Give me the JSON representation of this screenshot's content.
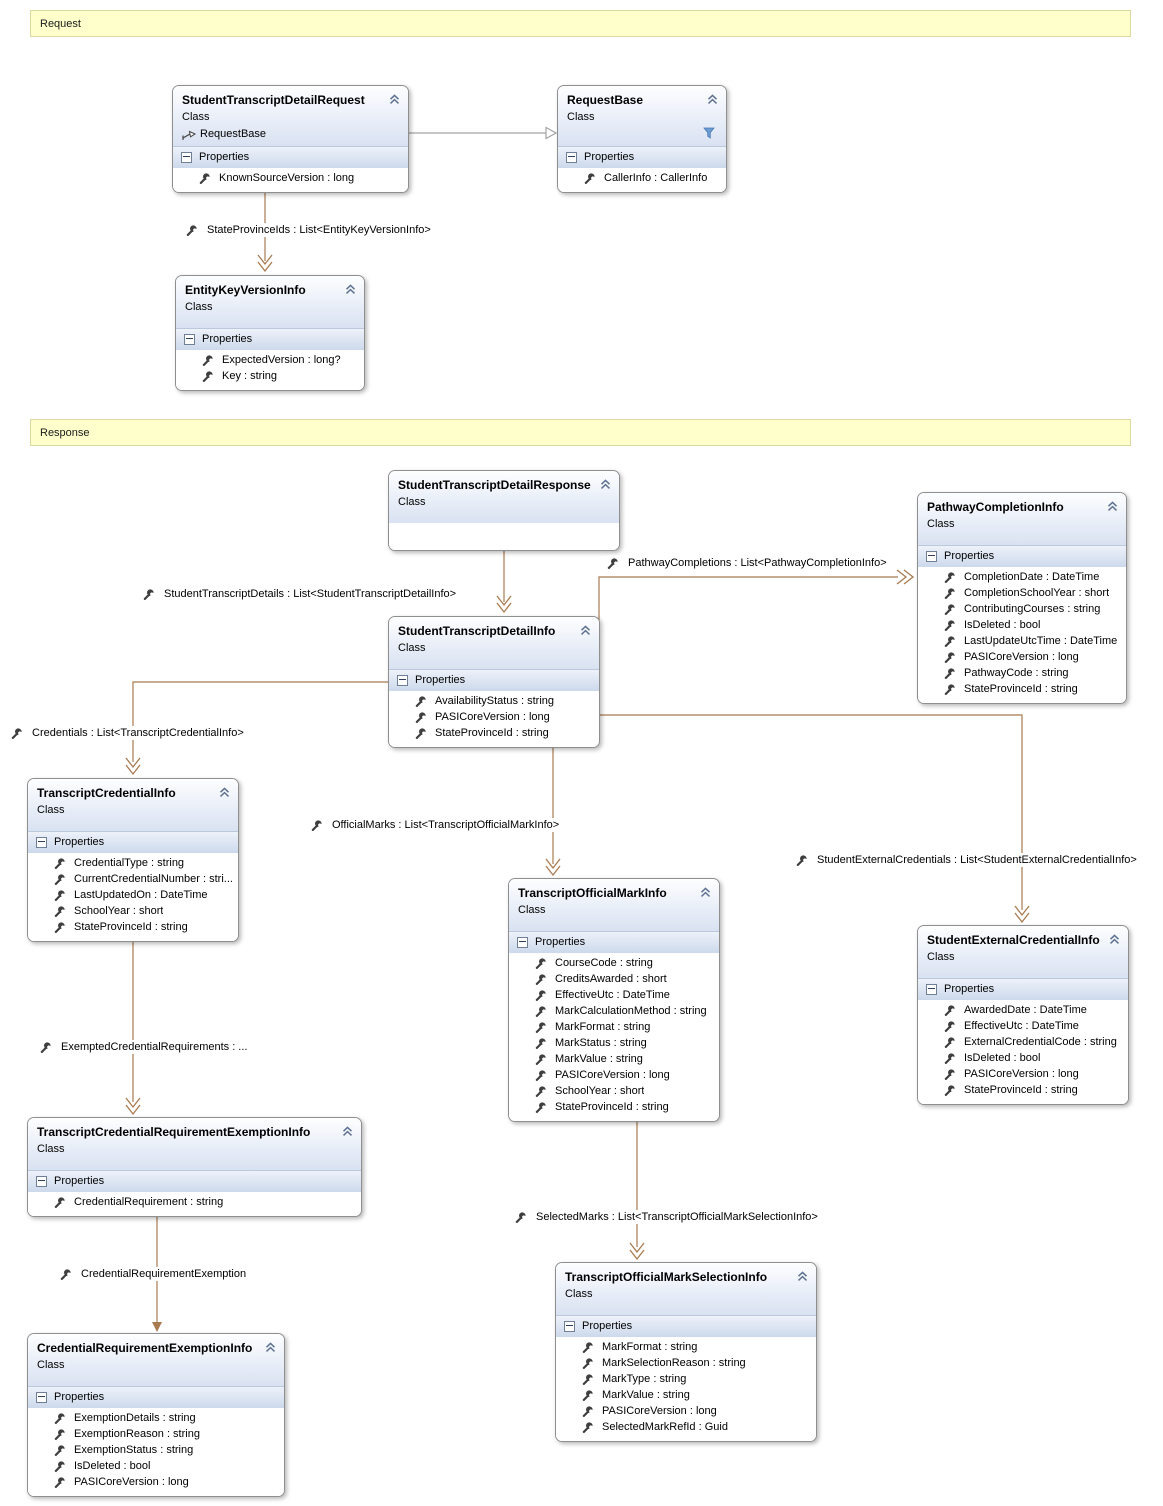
{
  "banners": {
    "request": "Request",
    "response": "Response"
  },
  "section_labels": {
    "class_kind": "Class",
    "properties": "Properties"
  },
  "colors": {
    "association": "#a87a50",
    "inheritance": "#a3a3a3",
    "banner_bg": "#ffffcc",
    "banner_border": "#d9d9a0",
    "header_gradient_end": "#d9e2f2",
    "filter_icon_blue": "#6b9bd2",
    "icon_gray": "#3f3f3f",
    "chevron_gray": "#5f7190"
  },
  "classes": [
    {
      "id": "StudentTranscriptDetailRequest",
      "name": "StudentTranscriptDetailRequest",
      "kind": "Class",
      "inherits": "RequestBase",
      "properties": [
        "KnownSourceVersion : long"
      ]
    },
    {
      "id": "RequestBase",
      "name": "RequestBase",
      "kind": "Class",
      "filter_icon": true,
      "properties": [
        "CallerInfo : CallerInfo"
      ]
    },
    {
      "id": "EntityKeyVersionInfo",
      "name": "EntityKeyVersionInfo",
      "kind": "Class",
      "properties": [
        "ExpectedVersion : long?",
        "Key : string"
      ]
    },
    {
      "id": "StudentTranscriptDetailResponse",
      "name": "StudentTranscriptDetailResponse",
      "kind": "Class",
      "empty_body": true,
      "properties": []
    },
    {
      "id": "PathwayCompletionInfo",
      "name": "PathwayCompletionInfo",
      "kind": "Class",
      "properties": [
        "CompletionDate : DateTime",
        "CompletionSchoolYear : short",
        "ContributingCourses : string",
        "IsDeleted : bool",
        "LastUpdateUtcTime : DateTime",
        "PASICoreVersion : long",
        "PathwayCode : string",
        "StateProvinceId : string"
      ]
    },
    {
      "id": "StudentTranscriptDetailInfo",
      "name": "StudentTranscriptDetailInfo",
      "kind": "Class",
      "properties": [
        "AvailabilityStatus : string",
        "PASICoreVersion : long",
        "StateProvinceId : string"
      ]
    },
    {
      "id": "TranscriptCredentialInfo",
      "name": "TranscriptCredentialInfo",
      "kind": "Class",
      "properties": [
        "CredentialType : string",
        "CurrentCredentialNumber : stri...",
        "LastUpdatedOn : DateTime",
        "SchoolYear : short",
        "StateProvinceId : string"
      ]
    },
    {
      "id": "TranscriptOfficialMarkInfo",
      "name": "TranscriptOfficialMarkInfo",
      "kind": "Class",
      "properties": [
        "CourseCode : string",
        "CreditsAwarded : short",
        "EffectiveUtc : DateTime",
        "MarkCalculationMethod : string",
        "MarkFormat : string",
        "MarkStatus : string",
        "MarkValue : string",
        "PASICoreVersion : long",
        "SchoolYear : short",
        "StateProvinceId : string"
      ]
    },
    {
      "id": "StudentExternalCredentialInfo",
      "name": "StudentExternalCredentialInfo",
      "kind": "Class",
      "properties": [
        "AwardedDate : DateTime",
        "EffectiveUtc : DateTime",
        "ExternalCredentialCode : string",
        "IsDeleted : bool",
        "PASICoreVersion : long",
        "StateProvinceId : string"
      ]
    },
    {
      "id": "TranscriptCredentialRequirementExemptionInfo",
      "name": "TranscriptCredentialRequirementExemptionInfo",
      "kind": "Class",
      "properties": [
        "CredentialRequirement : string"
      ]
    },
    {
      "id": "CredentialRequirementExemptionInfo",
      "name": "CredentialRequirementExemptionInfo",
      "kind": "Class",
      "properties": [
        "ExemptionDetails : string",
        "ExemptionReason : string",
        "ExemptionStatus : string",
        "IsDeleted : bool",
        "PASICoreVersion : long"
      ]
    },
    {
      "id": "TranscriptOfficialMarkSelectionInfo",
      "name": "TranscriptOfficialMarkSelectionInfo",
      "kind": "Class",
      "properties": [
        "MarkFormat : string",
        "MarkSelectionReason : string",
        "MarkType : string",
        "MarkValue : string",
        "PASICoreVersion : long",
        "SelectedMarkRefId : Guid"
      ]
    }
  ],
  "connector_labels": [
    {
      "id": "stateProvinceIds",
      "text": "StateProvinceIds : List<EntityKeyVersionInfo>"
    },
    {
      "id": "studentTranscriptDetails",
      "text": "StudentTranscriptDetails : List<StudentTranscriptDetailInfo>"
    },
    {
      "id": "pathwayCompletions",
      "text": "PathwayCompletions : List<PathwayCompletionInfo>"
    },
    {
      "id": "credentials",
      "text": "Credentials : List<TranscriptCredentialInfo>"
    },
    {
      "id": "officialMarks",
      "text": "OfficialMarks : List<TranscriptOfficialMarkInfo>"
    },
    {
      "id": "studentExternalCredentials",
      "text": "StudentExternalCredentials : List<StudentExternalCredentialInfo>"
    },
    {
      "id": "exemptedCredentialRequirements",
      "text": "ExemptedCredentialRequirements : ..."
    },
    {
      "id": "credentialRequirementExemption",
      "text": "CredentialRequirementExemption"
    },
    {
      "id": "selectedMarks",
      "text": "SelectedMarks : List<TranscriptOfficialMarkSelectionInfo>"
    }
  ]
}
